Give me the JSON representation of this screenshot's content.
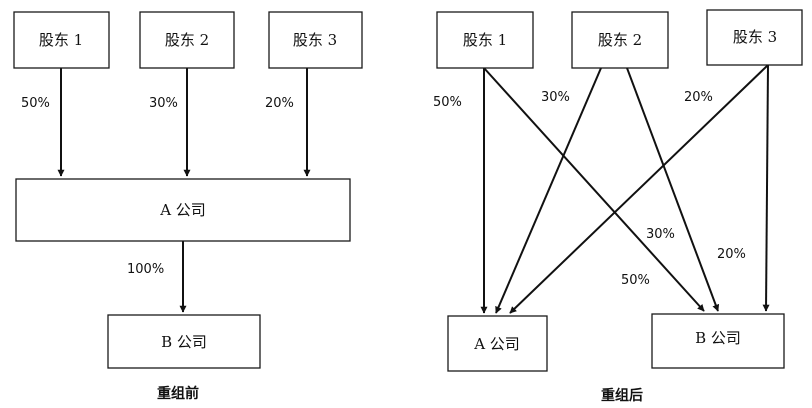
{
  "before": {
    "caption": "重组前",
    "shareholder1": "股东 1",
    "shareholder2": "股东 2",
    "shareholder3": "股东 3",
    "company_a": "A 公司",
    "company_b": "B 公司",
    "pct_s1_a": "50%",
    "pct_s2_a": "30%",
    "pct_s3_a": "20%",
    "pct_a_b": "100%"
  },
  "after": {
    "caption": "重组后",
    "shareholder1": "股东 1",
    "shareholder2": "股东 2",
    "shareholder3": "股东 3",
    "company_a": "A 公司",
    "company_b": "B 公司",
    "pct_s1_a": "50%",
    "pct_s2_a": "30%",
    "pct_s3_a": "20%",
    "pct_s2_b": "30%",
    "pct_s3_b": "20%",
    "pct_s1_b": "50%"
  }
}
